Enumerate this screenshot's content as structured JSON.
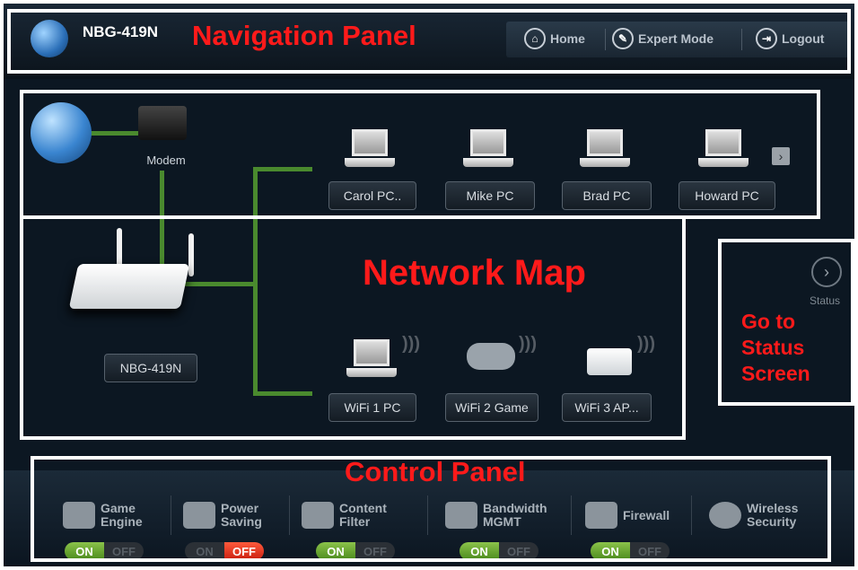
{
  "header": {
    "model": "NBG-419N",
    "caption": "Navigation Panel",
    "buttons": [
      {
        "label": "Home",
        "icon": "home-icon"
      },
      {
        "label": "Expert Mode",
        "icon": "wrench-icon"
      },
      {
        "label": "Logout",
        "icon": "logout-icon"
      }
    ]
  },
  "map": {
    "caption": "Network Map",
    "modem_label": "Modem",
    "router_label": "NBG-419N",
    "wired_devices": [
      "Carol PC..",
      "Mike PC",
      "Brad PC",
      "Howard PC"
    ],
    "wireless_devices": [
      "WiFi 1 PC",
      "WiFi 2 Game",
      "WiFi 3 AP..."
    ]
  },
  "status": {
    "label": "Status",
    "caption": "Go to\nStatus\nScreen"
  },
  "control": {
    "caption": "Control Panel",
    "items": [
      {
        "label": "Game\nEngine",
        "icon": "gamepad-icon",
        "state": "ON"
      },
      {
        "label": "Power\nSaving",
        "icon": "leaf-icon",
        "state": "OFF"
      },
      {
        "label": "Content\nFilter",
        "icon": "filter-icon",
        "state": "ON"
      },
      {
        "label": "Bandwidth\nMGMT",
        "icon": "bandwidth-bars-icon",
        "state": "ON"
      },
      {
        "label": "Firewall",
        "icon": "firewall-icon",
        "state": "ON"
      },
      {
        "label": "Wireless\nSecurity",
        "icon": "wireless-security-icon",
        "state": null
      }
    ],
    "on_text": "ON",
    "off_text": "OFF"
  },
  "colors": {
    "annotation": "#ff1a1a",
    "link_line": "#4a8a2e",
    "toggle_on": "#6aa832",
    "toggle_off": "#e53a22"
  }
}
